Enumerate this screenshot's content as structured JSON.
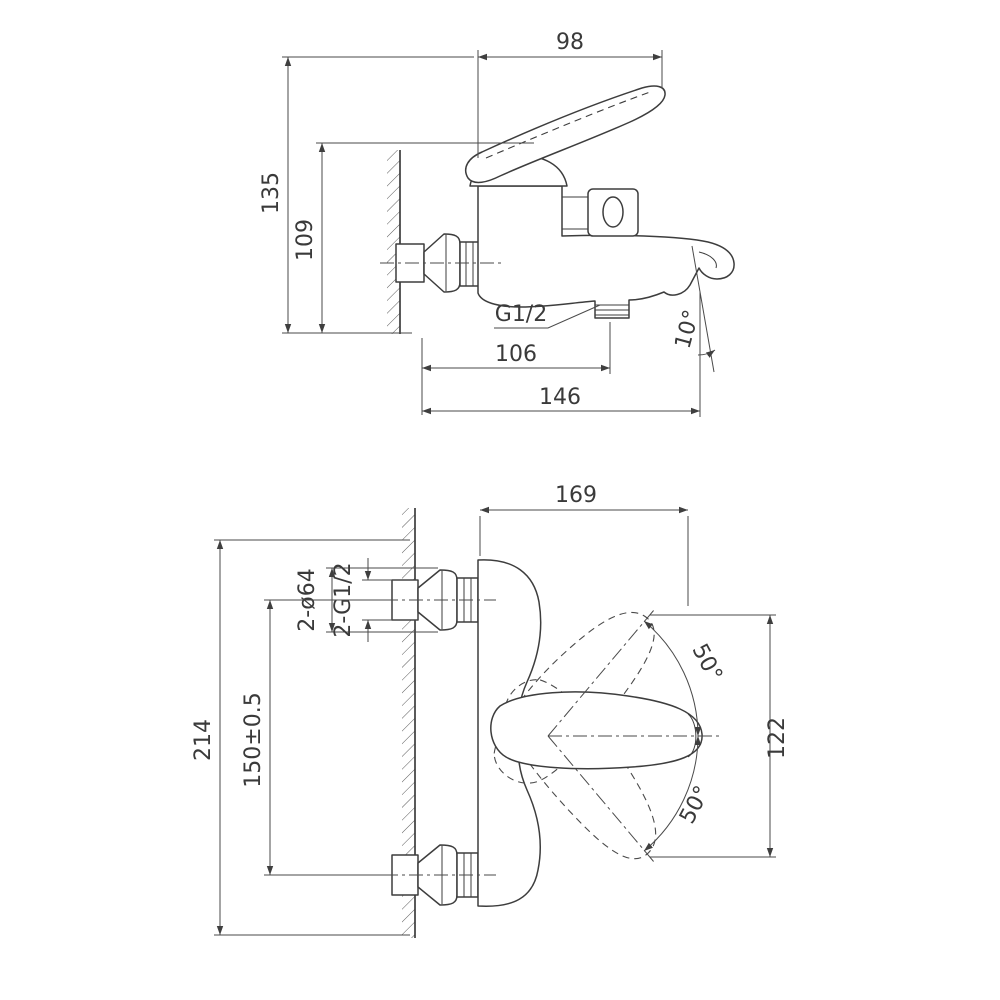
{
  "drawing": {
    "type": "technical-dimension-drawing",
    "subject": "wall-mounted-bath-shower-mixer",
    "background": "#ffffff",
    "line_color": "#3d3d3d",
    "dimension_color": "#4a4a4a",
    "side_view": {
      "dims": {
        "lever_length": "98",
        "overall_height": "135",
        "body_height": "109",
        "outlet_thread": "G1/2",
        "shower_outlet_offset": "106",
        "spout_reach": "146",
        "spout_angle": "10°"
      }
    },
    "front_view": {
      "dims": {
        "overall_reach": "169",
        "escutcheon_diameter": "2-ø64",
        "inlet_thread": "2-G1/2",
        "overall_height": "214",
        "inlet_centers": "150±0.5",
        "lever_swing_height": "122",
        "lever_swing_up": "50°",
        "lever_swing_down": "50°"
      }
    }
  }
}
